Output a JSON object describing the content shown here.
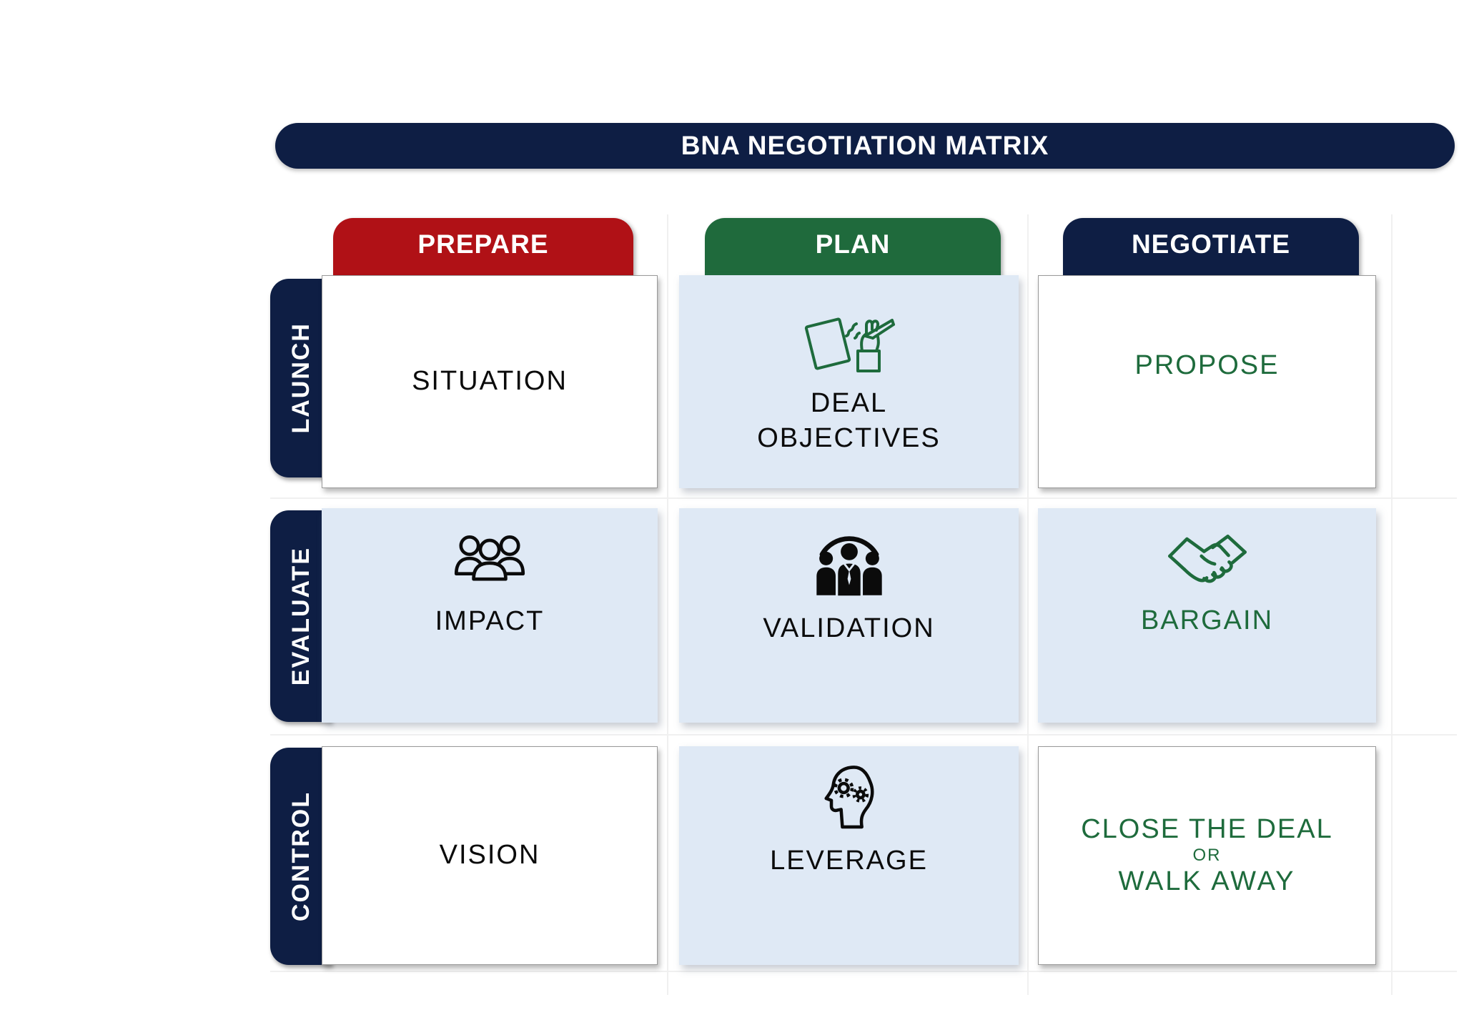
{
  "title": "BNA NEGOTIATION MATRIX",
  "colors": {
    "navy": "#0E1E44",
    "red": "#B01116",
    "green_tab": "#1F6A3C",
    "green_text": "#1E6B3C",
    "light_blue_cell": "#DFE9F5",
    "white_cell": "#FFFFFF",
    "black_text": "#0B0B0B"
  },
  "column_headers": [
    {
      "label": "PREPARE",
      "color": "#B01116"
    },
    {
      "label": "PLAN",
      "color": "#1F6A3C"
    },
    {
      "label": "NEGOTIATE",
      "color": "#0E1E44"
    }
  ],
  "row_headers": [
    {
      "label": "LAUNCH"
    },
    {
      "label": "EVALUATE"
    },
    {
      "label": "CONTROL"
    }
  ],
  "cells": [
    {
      "row": "LAUNCH",
      "column": "PREPARE",
      "label": "SITUATION",
      "variant": "white",
      "text_color": "black",
      "icon": null
    },
    {
      "row": "LAUNCH",
      "column": "PLAN",
      "label": "DEAL OBJECTIVES",
      "lines": [
        "DEAL",
        "OBJECTIVES"
      ],
      "variant": "blue",
      "text_color": "black",
      "icon": "contract-signing-icon"
    },
    {
      "row": "LAUNCH",
      "column": "NEGOTIATE",
      "label": "PROPOSE",
      "variant": "white",
      "text_color": "green",
      "icon": null
    },
    {
      "row": "EVALUATE",
      "column": "PREPARE",
      "label": "IMPACT",
      "variant": "blue",
      "text_color": "black",
      "icon": "people-group-icon"
    },
    {
      "row": "EVALUATE",
      "column": "PLAN",
      "label": "VALIDATION",
      "variant": "blue",
      "text_color": "black",
      "icon": "team-leader-icon"
    },
    {
      "row": "EVALUATE",
      "column": "NEGOTIATE",
      "label": "BARGAIN",
      "variant": "blue",
      "text_color": "green",
      "icon": "handshake-icon"
    },
    {
      "row": "CONTROL",
      "column": "PREPARE",
      "label": "VISION",
      "variant": "white",
      "text_color": "black",
      "icon": null
    },
    {
      "row": "CONTROL",
      "column": "PLAN",
      "label": "LEVERAGE",
      "variant": "blue",
      "text_color": "black",
      "icon": "head-gears-icon"
    },
    {
      "row": "CONTROL",
      "column": "NEGOTIATE",
      "label": "CLOSE THE DEAL OR WALK AWAY",
      "lines": [
        "CLOSE THE DEAL",
        "OR",
        "WALK AWAY"
      ],
      "variant": "white",
      "text_color": "green",
      "icon": null
    }
  ]
}
